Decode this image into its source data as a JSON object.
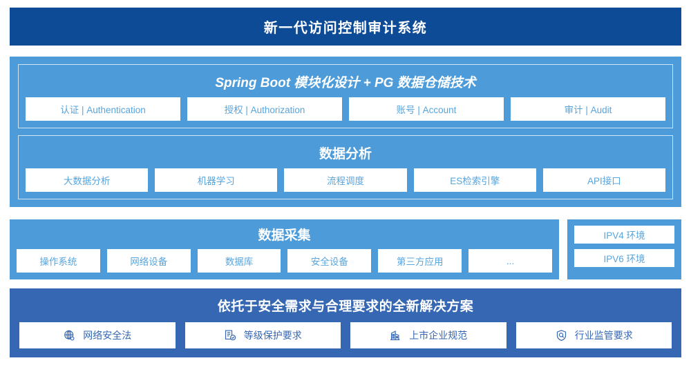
{
  "header": {
    "title": "新一代访问控制审计系统"
  },
  "architecture": {
    "panels": [
      {
        "title": "Spring Boot 模块化设计 + PG 数据仓储技术",
        "chips": [
          "认证 | Authentication",
          "授权 | Authorization",
          "账号 | Account",
          "审计 | Audit"
        ]
      },
      {
        "title": "数据分析",
        "chips": [
          "大数据分析",
          "机器学习",
          "流程调度",
          "ES检索引擎",
          "API接口"
        ]
      }
    ]
  },
  "collection": {
    "title": "数据采集",
    "chips": [
      "操作系统",
      "网络设备",
      "数据库",
      "安全设备",
      "第三方应用",
      "..."
    ]
  },
  "environment": {
    "chips": [
      "IPV4 环境",
      "IPV6 环境"
    ]
  },
  "compliance": {
    "title": "依托于安全需求与合理要求的全新解决方案",
    "chips": [
      {
        "icon": "globe-icon",
        "label": "网络安全法"
      },
      {
        "icon": "document-check-icon",
        "label": "等级保护要求"
      },
      {
        "icon": "building-icon",
        "label": "上市企业规范"
      },
      {
        "icon": "shield-search-icon",
        "label": "行业监管要求"
      }
    ]
  },
  "colors": {
    "header_bg": "#0d4b96",
    "light_blue": "#4d9cd9",
    "mid_blue": "#3567b2",
    "chip_text_light": "#57a5dd",
    "chip_text_dark": "#3567b2",
    "panel_border": "#cfe4f5"
  }
}
